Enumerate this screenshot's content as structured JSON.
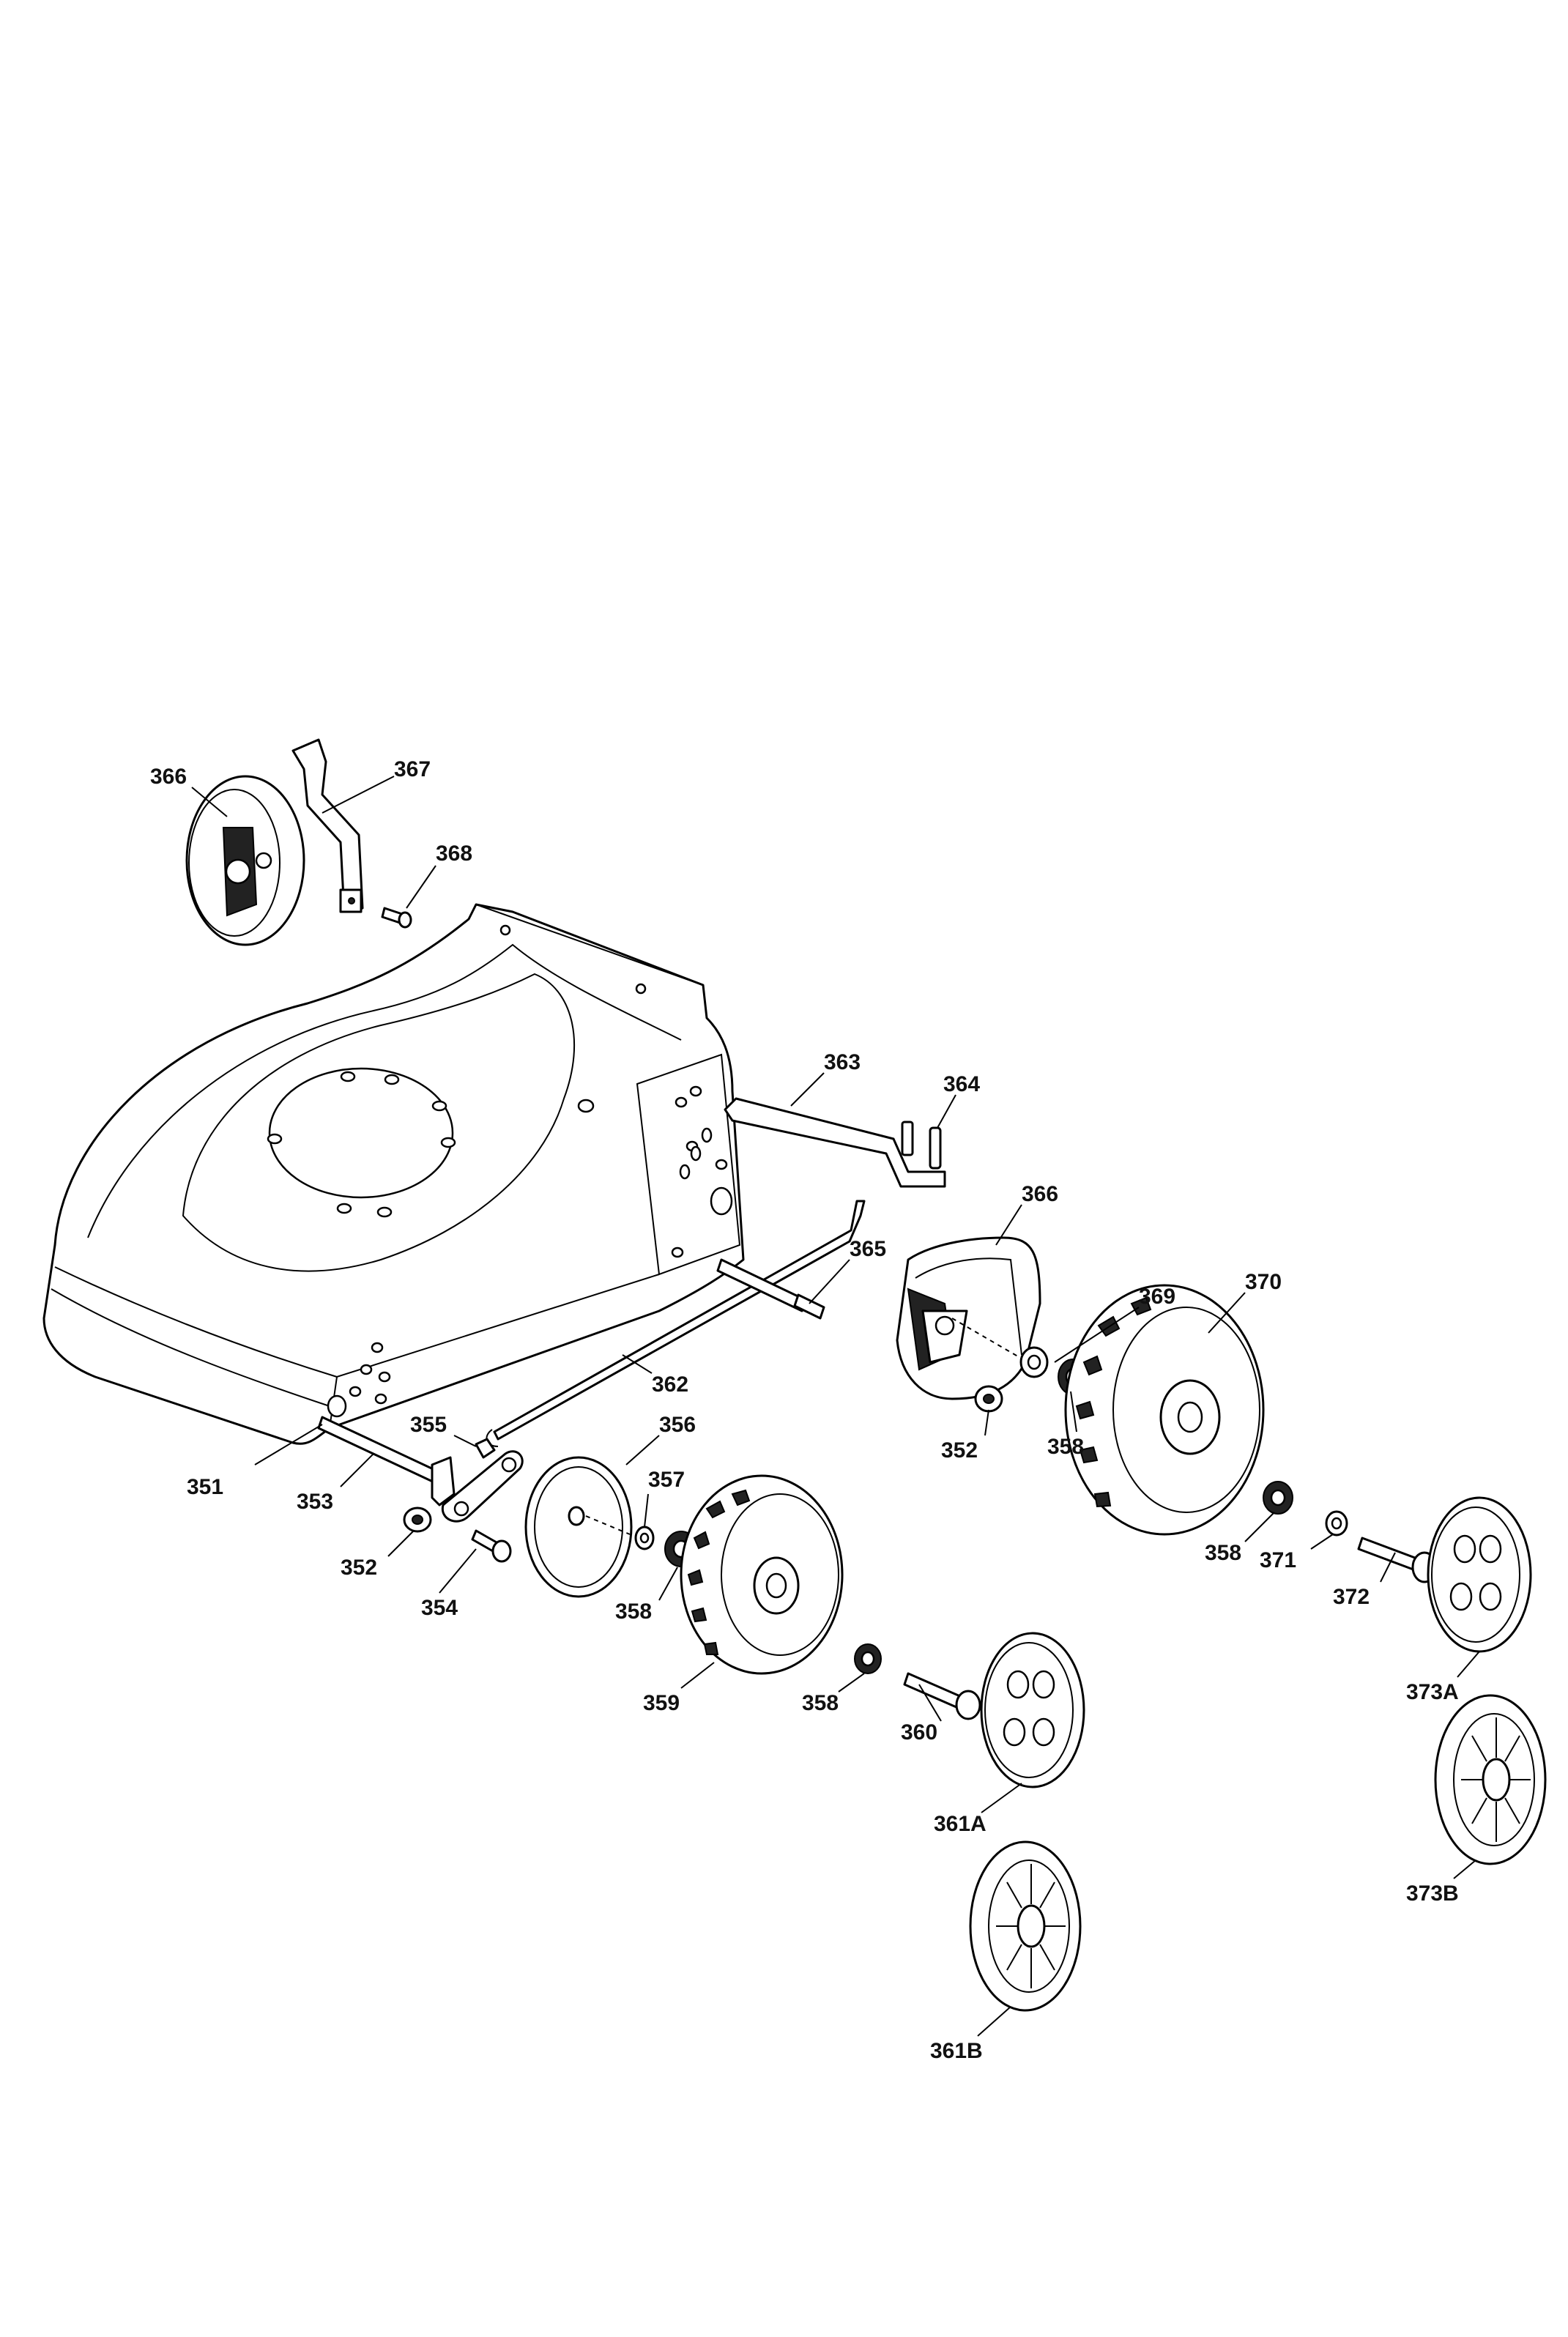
{
  "callouts": {
    "p351": "351",
    "p352a": "352",
    "p352b": "352",
    "p353": "353",
    "p354": "354",
    "p355": "355",
    "p356": "356",
    "p357": "357",
    "p358a": "358",
    "p358b": "358",
    "p358c": "358",
    "p358d": "358",
    "p359": "359",
    "p360": "360",
    "p361a": "361A",
    "p361b": "361B",
    "p362": "362",
    "p363": "363",
    "p364": "364",
    "p365": "365",
    "p366a": "366",
    "p366b": "366",
    "p367": "367",
    "p368": "368",
    "p369": "369",
    "p370": "370",
    "p371": "371",
    "p372": "372",
    "p373a": "373A",
    "p373b": "373B"
  }
}
